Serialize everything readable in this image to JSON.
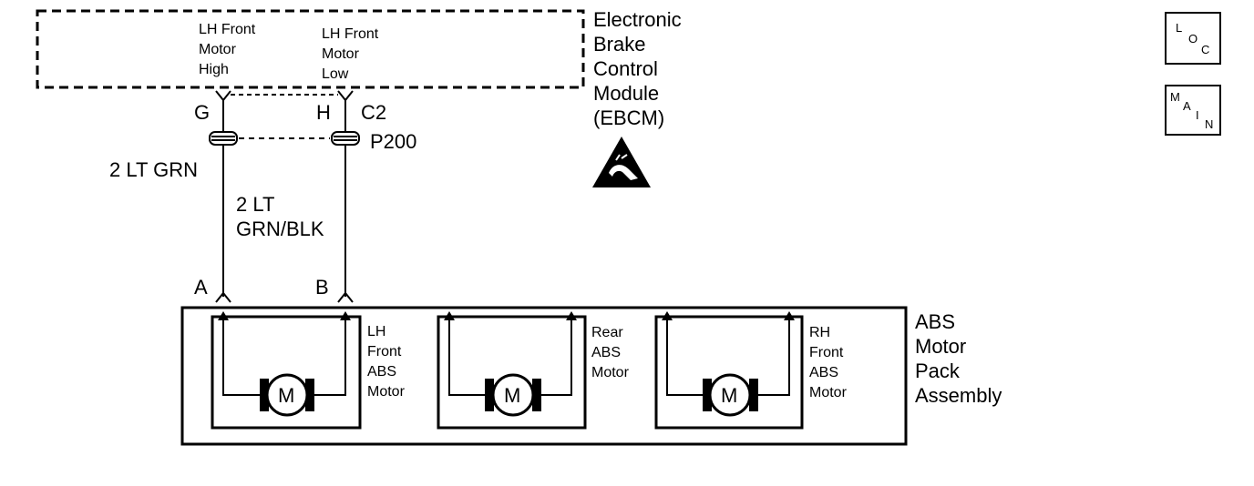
{
  "module": {
    "name": "Electronic\nBrake\nControl\nModule\n(EBCM)",
    "pin_high_label": "LH Front\nMotor\nHigh",
    "pin_low_label": "LH Front\nMotor\nLow",
    "terminal_g": "G",
    "terminal_h": "H",
    "connector": "C2",
    "esd_icon": "esd-warning-icon"
  },
  "inline_connector": {
    "name": "P200"
  },
  "wires": {
    "left": "2 LT GRN",
    "right": "2 LT\nGRN/BLK"
  },
  "motor_pack": {
    "name": "ABS\nMotor\nPack\nAssembly",
    "terminal_a": "A",
    "terminal_b": "B",
    "motors": [
      {
        "label": "LH\nFront\nABS\nMotor",
        "symbol": "M"
      },
      {
        "label": "Rear\nABS\nMotor",
        "symbol": "M"
      },
      {
        "label": "RH\nFront\nABS\nMotor",
        "symbol": "M"
      }
    ]
  },
  "nav_buttons": {
    "loc": [
      "L",
      "O",
      "C"
    ],
    "main": [
      "M",
      "A",
      "I",
      "N"
    ]
  }
}
